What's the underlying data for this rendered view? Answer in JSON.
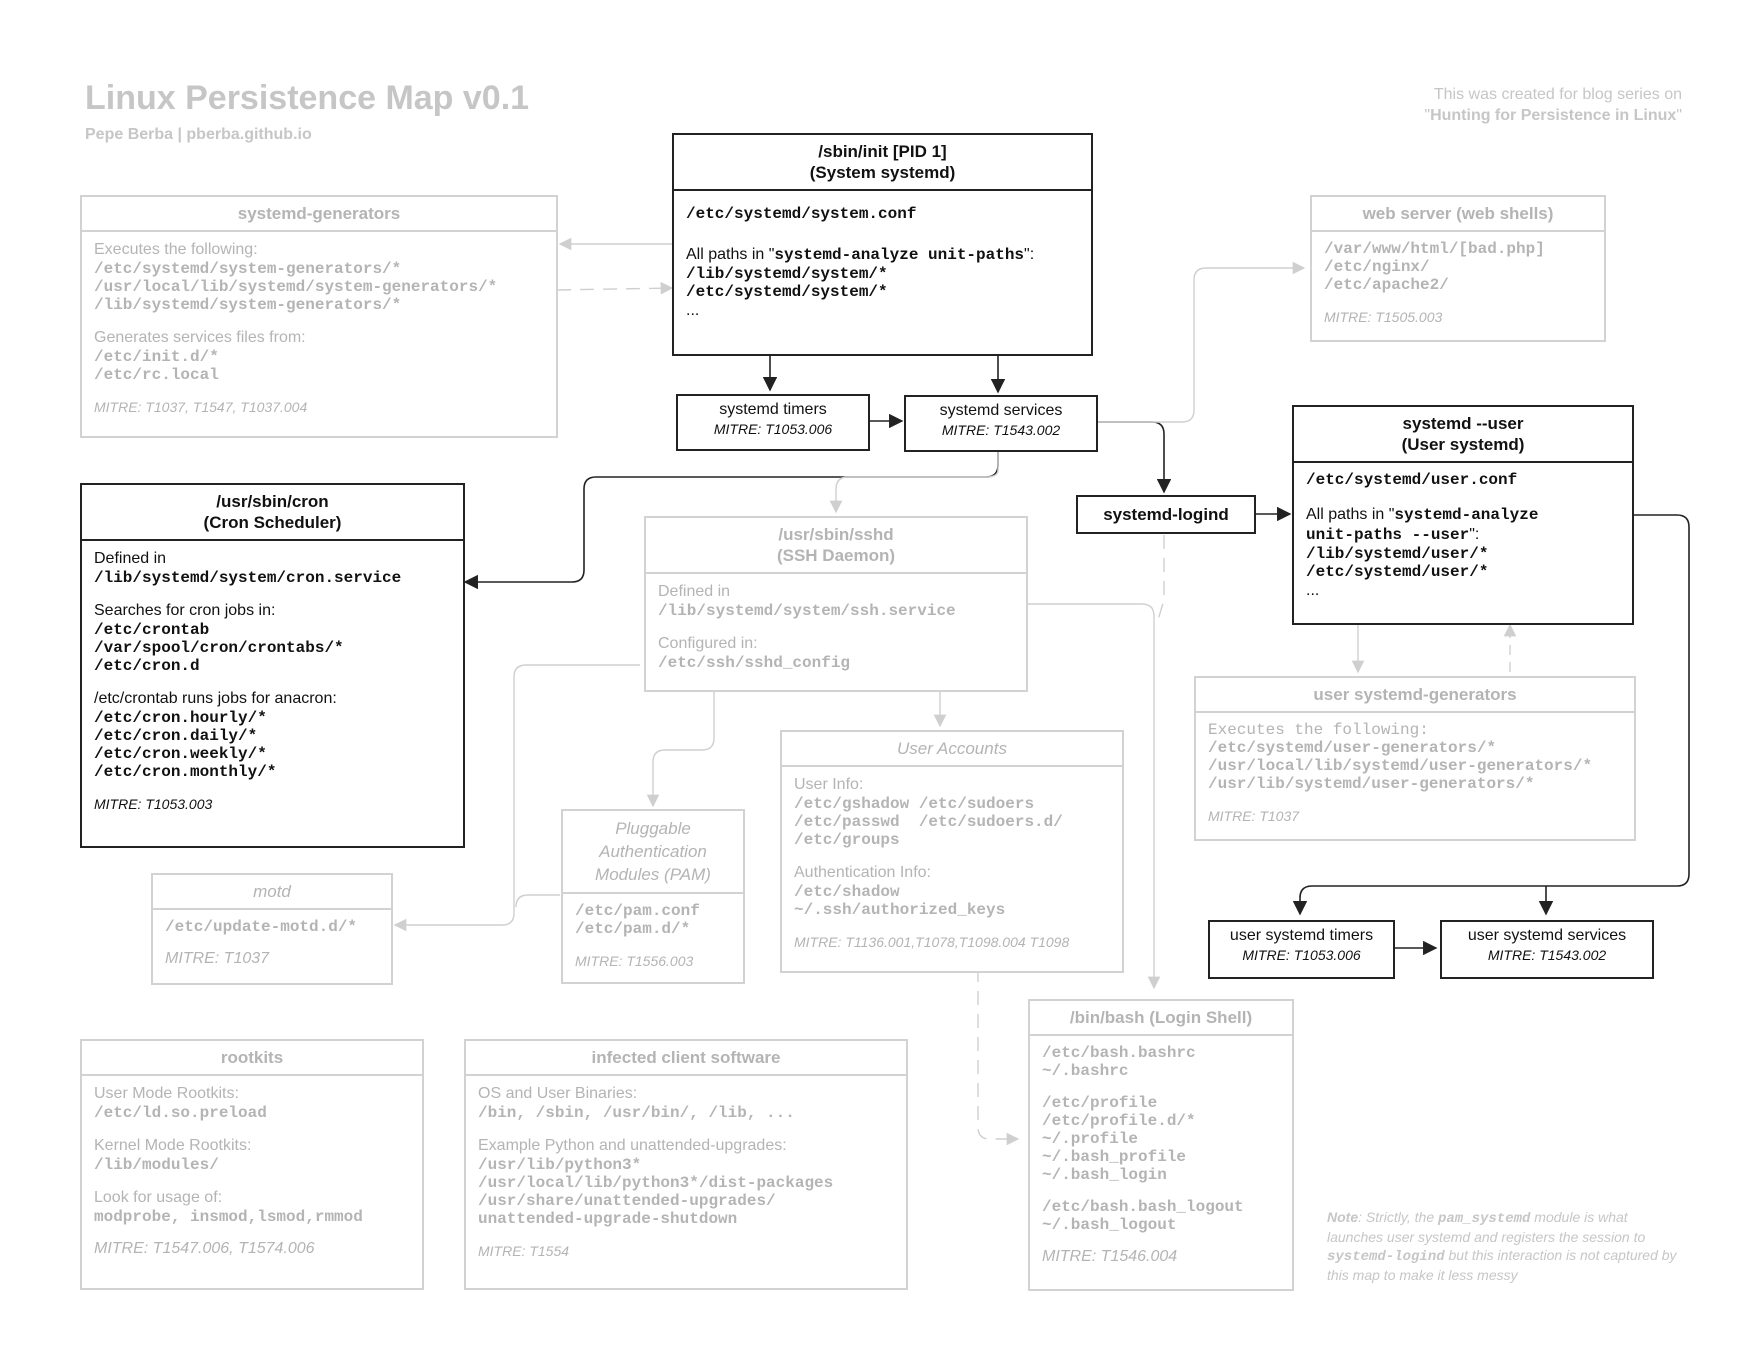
{
  "title": "Linux Persistence Map v0.1",
  "author": "Pepe Berba | pberba.github.io",
  "created_note": {
    "line1": "This was created for blog series on",
    "quote_open": "\"",
    "series": "Hunting for Persistence in Linux",
    "quote_close": "\""
  },
  "init": {
    "title": "/sbin/init [PID 1]",
    "subtitle": "(System systemd)",
    "conf": "/etc/systemd/system.conf",
    "paths_prefix": "All paths in \"",
    "paths_cmd": "systemd-analyze unit-paths",
    "paths_suffix": "\":",
    "paths": "/lib/systemd/system/*\n/etc/systemd/system/*",
    "more": "..."
  },
  "generators": {
    "title": "systemd-generators",
    "exec_label": "Executes the following:",
    "exec_paths": "/etc/systemd/system-generators/*\n/usr/local/lib/systemd/system-generators/*\n/lib/systemd/system-generators/*",
    "gen_label": "Generates services files from:",
    "gen_paths": "/etc/init.d/*\n/etc/rc.local",
    "mitre": "MITRE: T1037, T1547, T1037.004"
  },
  "timers": {
    "title": "systemd timers",
    "mitre": "MITRE: T1053.006"
  },
  "services": {
    "title": "systemd services",
    "mitre": "MITRE: T1543.002"
  },
  "webserver": {
    "title": "web server (web shells)",
    "paths": "/var/www/html/[bad.php]\n/etc/nginx/\n/etc/apache2/",
    "mitre": "MITRE: T1505.003"
  },
  "cron": {
    "title": "/usr/sbin/cron",
    "subtitle": "(Cron Scheduler)",
    "defined_label": "Defined in",
    "defined_path": "/lib/systemd/system/cron.service",
    "search_label": "Searches for cron jobs in:",
    "search_paths": "/etc/crontab\n/var/spool/cron/crontabs/*\n/etc/cron.d",
    "anacron_label": "/etc/crontab runs jobs for anacron:",
    "anacron_paths": "/etc/cron.hourly/*\n/etc/cron.daily/*\n/etc/cron.weekly/*\n/etc/cron.monthly/*",
    "mitre": "MITRE: T1053.003"
  },
  "sshd": {
    "title": "/usr/sbin/sshd",
    "subtitle": "(SSH Daemon)",
    "defined_label": "Defined in",
    "defined_path": "/lib/systemd/system/ssh.service",
    "config_label": "Configured in:",
    "config_path": "/etc/ssh/sshd_config"
  },
  "logind": {
    "title": "systemd-logind"
  },
  "user_systemd": {
    "title": "systemd --user",
    "subtitle": "(User systemd)",
    "conf": "/etc/systemd/user.conf",
    "paths_prefix": "All paths in \"",
    "paths_cmd1": "systemd-analyze",
    "paths_cmd2": "unit-paths --user",
    "paths_suffix": "\":",
    "paths": "/lib/systemd/user/*\n/etc/systemd/user/*",
    "more": "..."
  },
  "user_generators": {
    "title": "user systemd-generators",
    "exec_label": "Executes the following:",
    "exec_paths": "/etc/systemd/user-generators/*\n/usr/local/lib/systemd/user-generators/*\n/usr/lib/systemd/user-generators/*",
    "mitre": "MITRE: T1037"
  },
  "user_accounts": {
    "title": "User Accounts",
    "info_label": "User Info:",
    "info_paths": "/etc/gshadow /etc/sudoers\n/etc/passwd  /etc/sudoers.d/\n/etc/groups",
    "auth_label": "Authentication Info:",
    "auth_paths": "/etc/shadow\n~/.ssh/authorized_keys",
    "mitre": "MITRE: T1136.001,T1078,T1098.004 T1098"
  },
  "pam": {
    "title_l1": "Pluggable",
    "title_l2": "Authentication",
    "title_l3": "Modules (PAM)",
    "paths": "/etc/pam.conf\n/etc/pam.d/*",
    "mitre": "MITRE: T1556.003"
  },
  "motd": {
    "title": "motd",
    "paths": "/etc/update-motd.d/*",
    "mitre": "MITRE: T1037"
  },
  "user_timers": {
    "title": "user systemd timers",
    "mitre": "MITRE: T1053.006"
  },
  "user_services": {
    "title": "user systemd services",
    "mitre": "MITRE: T1543.002"
  },
  "rootkits": {
    "title": "rootkits",
    "user_label": "User Mode Rootkits:",
    "user_path": "/etc/ld.so.preload",
    "kernel_label": "Kernel Mode Rootkits:",
    "kernel_path": "/lib/modules/",
    "usage_label": "Look for usage of:",
    "usage_cmds": "modprobe, insmod,lsmod,rmmod",
    "mitre": "MITRE: T1547.006, T1574.006"
  },
  "infected": {
    "title": "infected client software",
    "bin_label": "OS and User Binaries:",
    "bin_paths": "/bin, /sbin, /usr/bin/, /lib, ...",
    "py_label": "Example Python and unattended-upgrades:",
    "py_paths": "/usr/lib/python3*\n/usr/local/lib/python3*/dist-packages\n/usr/share/unattended-upgrades/\nunattended-upgrade-shutdown",
    "mitre": "MITRE: T1554"
  },
  "bash": {
    "title": "/bin/bash (Login Shell)",
    "paths1": "/etc/bash.bashrc\n~/.bashrc",
    "paths2": "/etc/profile\n/etc/profile.d/*\n~/.profile\n~/.bash_profile\n~/.bash_login",
    "paths3": "/etc/bash.bash_logout\n~/.bash_logout",
    "mitre": "MITRE: T1546.004"
  },
  "note": {
    "label": "Note",
    "t1": ": Strictly, the ",
    "c1": "pam_systemd",
    "t2": " module is what launches user systemd and registers the session to ",
    "c2": "systemd-logind",
    "t3": " but this interaction is not captured by this map to make it less messy"
  },
  "colors": {
    "dark": "#222222",
    "faint_border": "#d2d2d2",
    "faint_text": "#b4b4b4"
  }
}
